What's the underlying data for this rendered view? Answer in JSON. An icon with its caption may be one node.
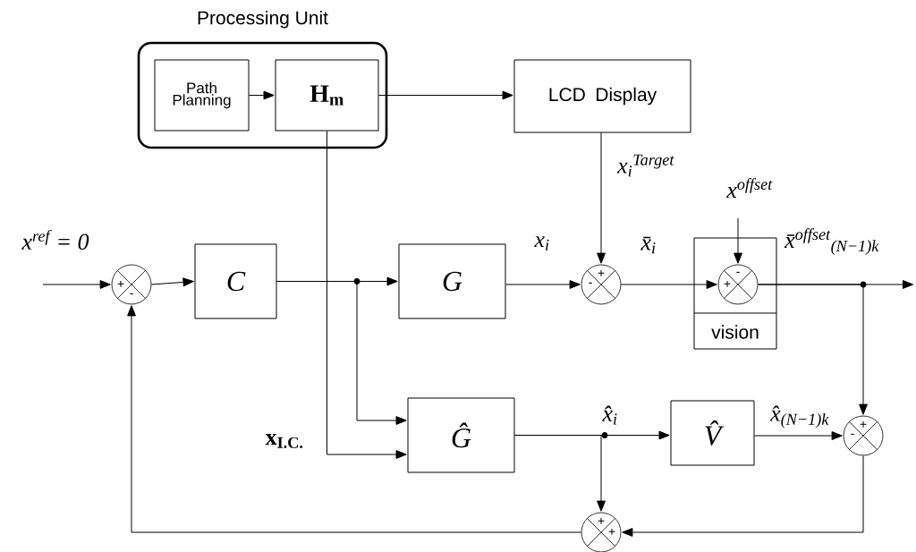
{
  "diagram": {
    "nodes": [
      {
        "text": [
          "Processing Unit"
        ]
      },
      {
        "text": [
          "Path Planning"
        ],
        "in": 0
      },
      {
        "text": [
          "H$_{m}$"
        ],
        "in": 0
      },
      {
        "text": [
          "LCD Display"
        ]
      },
      {
        "text": [
          "C"
        ]
      },
      {
        "text": [
          "G"
        ]
      },
      {
        "text": [
          "+",
          "-"
        ]
      },
      {
        "text": [
          "+",
          "-"
        ]
      },
      {
        "text": [
          "vision"
        ]
      },
      {
        "text": [
          "-",
          "+"
        ],
        "in": 8
      },
      {
        "text": [
          "Ĝ"
        ]
      },
      {
        "text": [
          "V̂"
        ]
      },
      {
        "text": [
          "+",
          "-"
        ]
      },
      {
        "text": [
          "+",
          "+"
        ]
      }
    ],
    "edges": [
      {
        "from": null,
        "to": 6,
        "arrow": "to",
        "label": "x$^{ref}$ = 0"
      },
      {
        "from": 6,
        "to": 4,
        "arrow": "to"
      },
      {
        "from": 4,
        "to": 5,
        "arrow": "to"
      },
      {
        "from": 4,
        "to": 10,
        "arrow": "to"
      },
      {
        "from": 2,
        "to": 10,
        "arrow": "to",
        "label": "x$_{I.C.}$"
      },
      {
        "from": 1,
        "to": 2,
        "arrow": "to"
      },
      {
        "from": 2,
        "to": 3,
        "arrow": "to"
      },
      {
        "from": 3,
        "to": 7,
        "arrow": "to",
        "label": "x$_{i}$$^{Target}$"
      },
      {
        "from": 5,
        "to": 7,
        "arrow": "to",
        "label": "x$_{i}$"
      },
      {
        "from": 7,
        "to": 9,
        "arrow": "to",
        "label": "x̄$_{i}$"
      },
      {
        "from": null,
        "to": 9,
        "arrow": "to",
        "label": "x$^{offset}$"
      },
      {
        "from": 9,
        "to": null,
        "arrow": "to",
        "label": "x̄$^{offset}$$_{(N−1)k}$"
      },
      {
        "from": 9,
        "to": 12,
        "arrow": "to"
      },
      {
        "from": 10,
        "to": 11,
        "arrow": "to",
        "label": "x̂$_{i}$"
      },
      {
        "from": 10,
        "to": 13,
        "arrow": "to"
      },
      {
        "from": 11,
        "to": 12,
        "arrow": "to",
        "label": "x̂$_{(N−1)k}$"
      },
      {
        "from": 12,
        "to": 13,
        "arrow": "to"
      },
      {
        "from": 13,
        "to": 6,
        "arrow": "to"
      }
    ]
  }
}
